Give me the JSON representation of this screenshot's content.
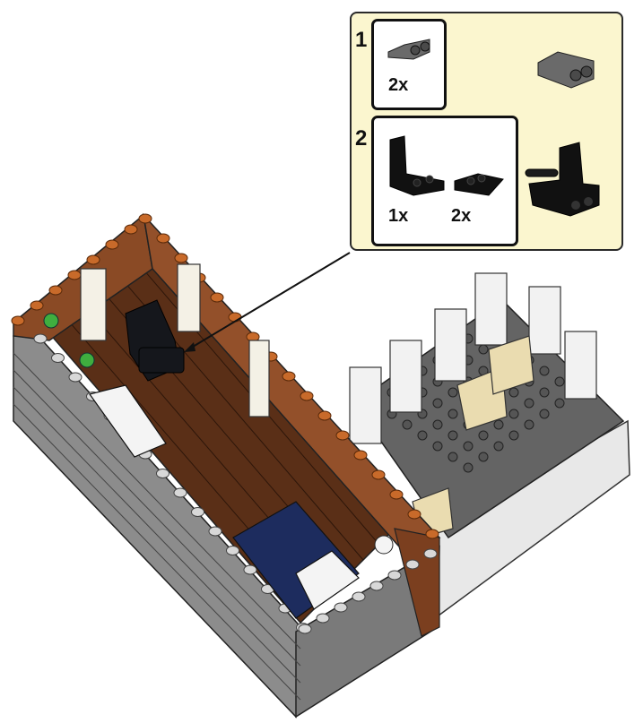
{
  "callout": {
    "steps": [
      {
        "number": "1",
        "parts": [
          {
            "name": "bracket-plate-dark-gray",
            "qty": "2x"
          }
        ],
        "result": "bracket-assembly"
      },
      {
        "number": "2",
        "parts": [
          {
            "name": "chair-black",
            "qty": "1x"
          },
          {
            "name": "plate-with-bar-handles-black",
            "qty": "2x"
          }
        ],
        "result": "armchair-assembly"
      }
    ]
  },
  "colors": {
    "callout_bg": "#fbf6cf",
    "brick": "#8a4a25",
    "floor": "#5a2f17",
    "stone": "#8c8c8c",
    "plate": "#5f5f5f",
    "orange_studs": "#c86a2a"
  }
}
